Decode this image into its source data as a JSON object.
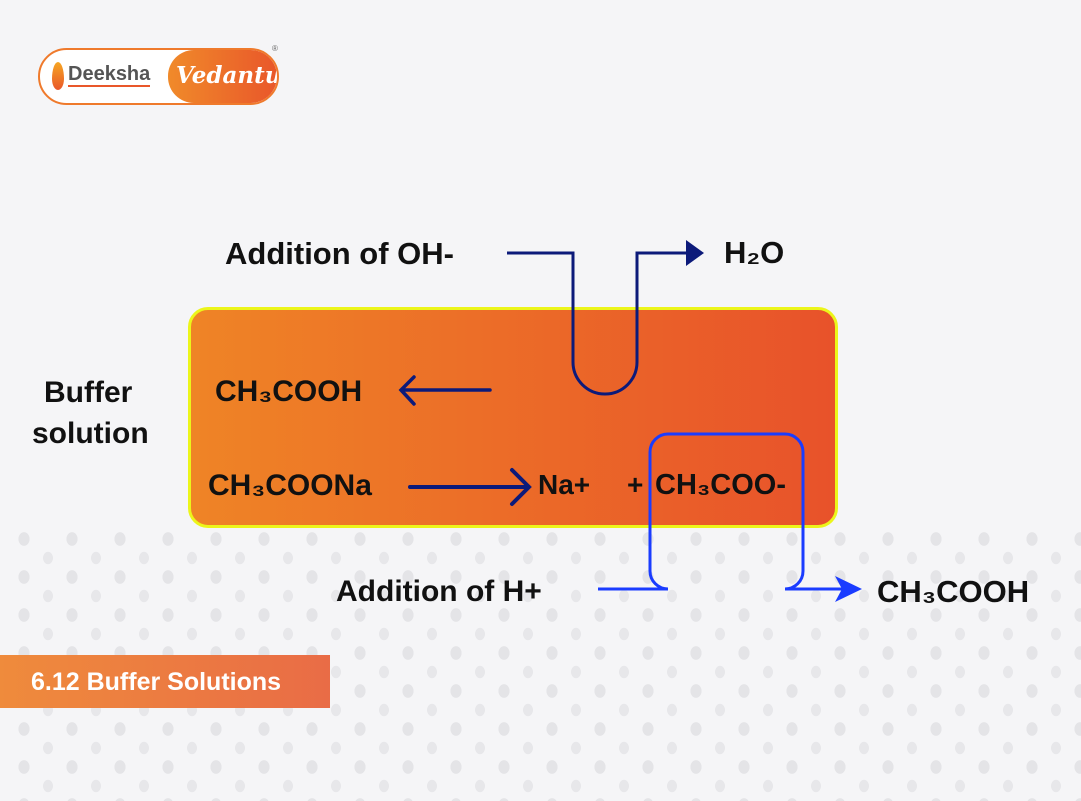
{
  "logo": {
    "left_text": "Deeksha",
    "right_text": "Vedantu",
    "trademark": "®"
  },
  "diagram": {
    "addition_oh": "Addition of OH-",
    "water": "H₂O",
    "buffer_label_line1": "Buffer",
    "buffer_label_line2": "solution",
    "acetic_acid": "CH₃COOH",
    "sodium_acetate": "CH₃COONa",
    "sodium_ion": "Na+",
    "plus": "+",
    "acetate_ion": "CH₃COO-",
    "addition_h": "Addition of H+",
    "acetic_acid_product": "CH₃COOH"
  },
  "colors": {
    "oh_path": "#0c1a7a",
    "h_path": "#1a3cff",
    "box_border": "#ecf51a"
  },
  "section_title": "6.12 Buffer Solutions"
}
